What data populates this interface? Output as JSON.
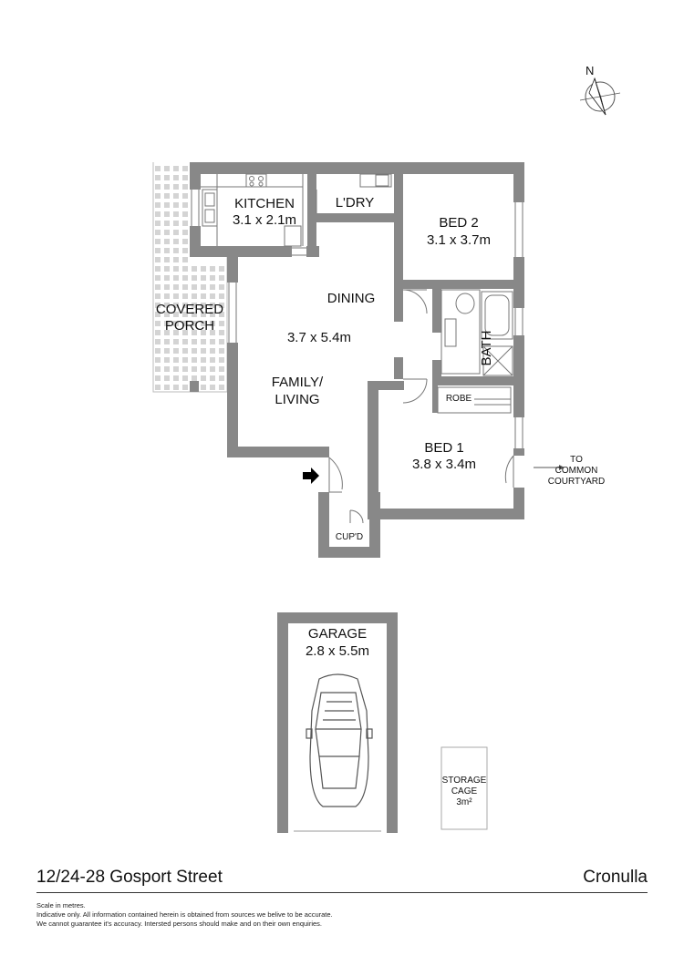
{
  "property": {
    "address": "12/24-28 Gosport Street",
    "suburb": "Cronulla"
  },
  "compass": {
    "label": "N"
  },
  "rooms": {
    "kitchen": {
      "name": "KITCHEN",
      "size": "3.1 x 2.1m"
    },
    "laundry": {
      "name": "L'DRY"
    },
    "bed2": {
      "name": "BED 2",
      "size": "3.1 x 3.7m"
    },
    "dining": {
      "name": "DINING"
    },
    "living_size": "3.7 x 5.4m",
    "family_living": {
      "line1": "FAMILY/",
      "line2": "LIVING"
    },
    "covered_porch": {
      "line1": "COVERED",
      "line2": "PORCH"
    },
    "bath": {
      "name": "BATH"
    },
    "robe": {
      "name": "ROBE"
    },
    "bed1": {
      "name": "BED 1",
      "size": "3.8 x 3.4m"
    },
    "cupboard": {
      "name": "CUP'D"
    },
    "garage": {
      "name": "GARAGE",
      "size": "2.8 x 5.5m"
    },
    "storage": {
      "line1": "STORAGE",
      "line2": "CAGE",
      "size": "3m²"
    }
  },
  "courtyard_note": {
    "line1": "TO",
    "line2": "COMMON",
    "line3": "COURTYARD"
  },
  "disclaimer": {
    "line1": "Scale in metres.",
    "line2": "Indicative only. All information contained herein is obtained from sources we belive to be accurate.",
    "line3": "We cannot guarantee it's accuracy. Intersted persons should make and on their own enquiries."
  }
}
